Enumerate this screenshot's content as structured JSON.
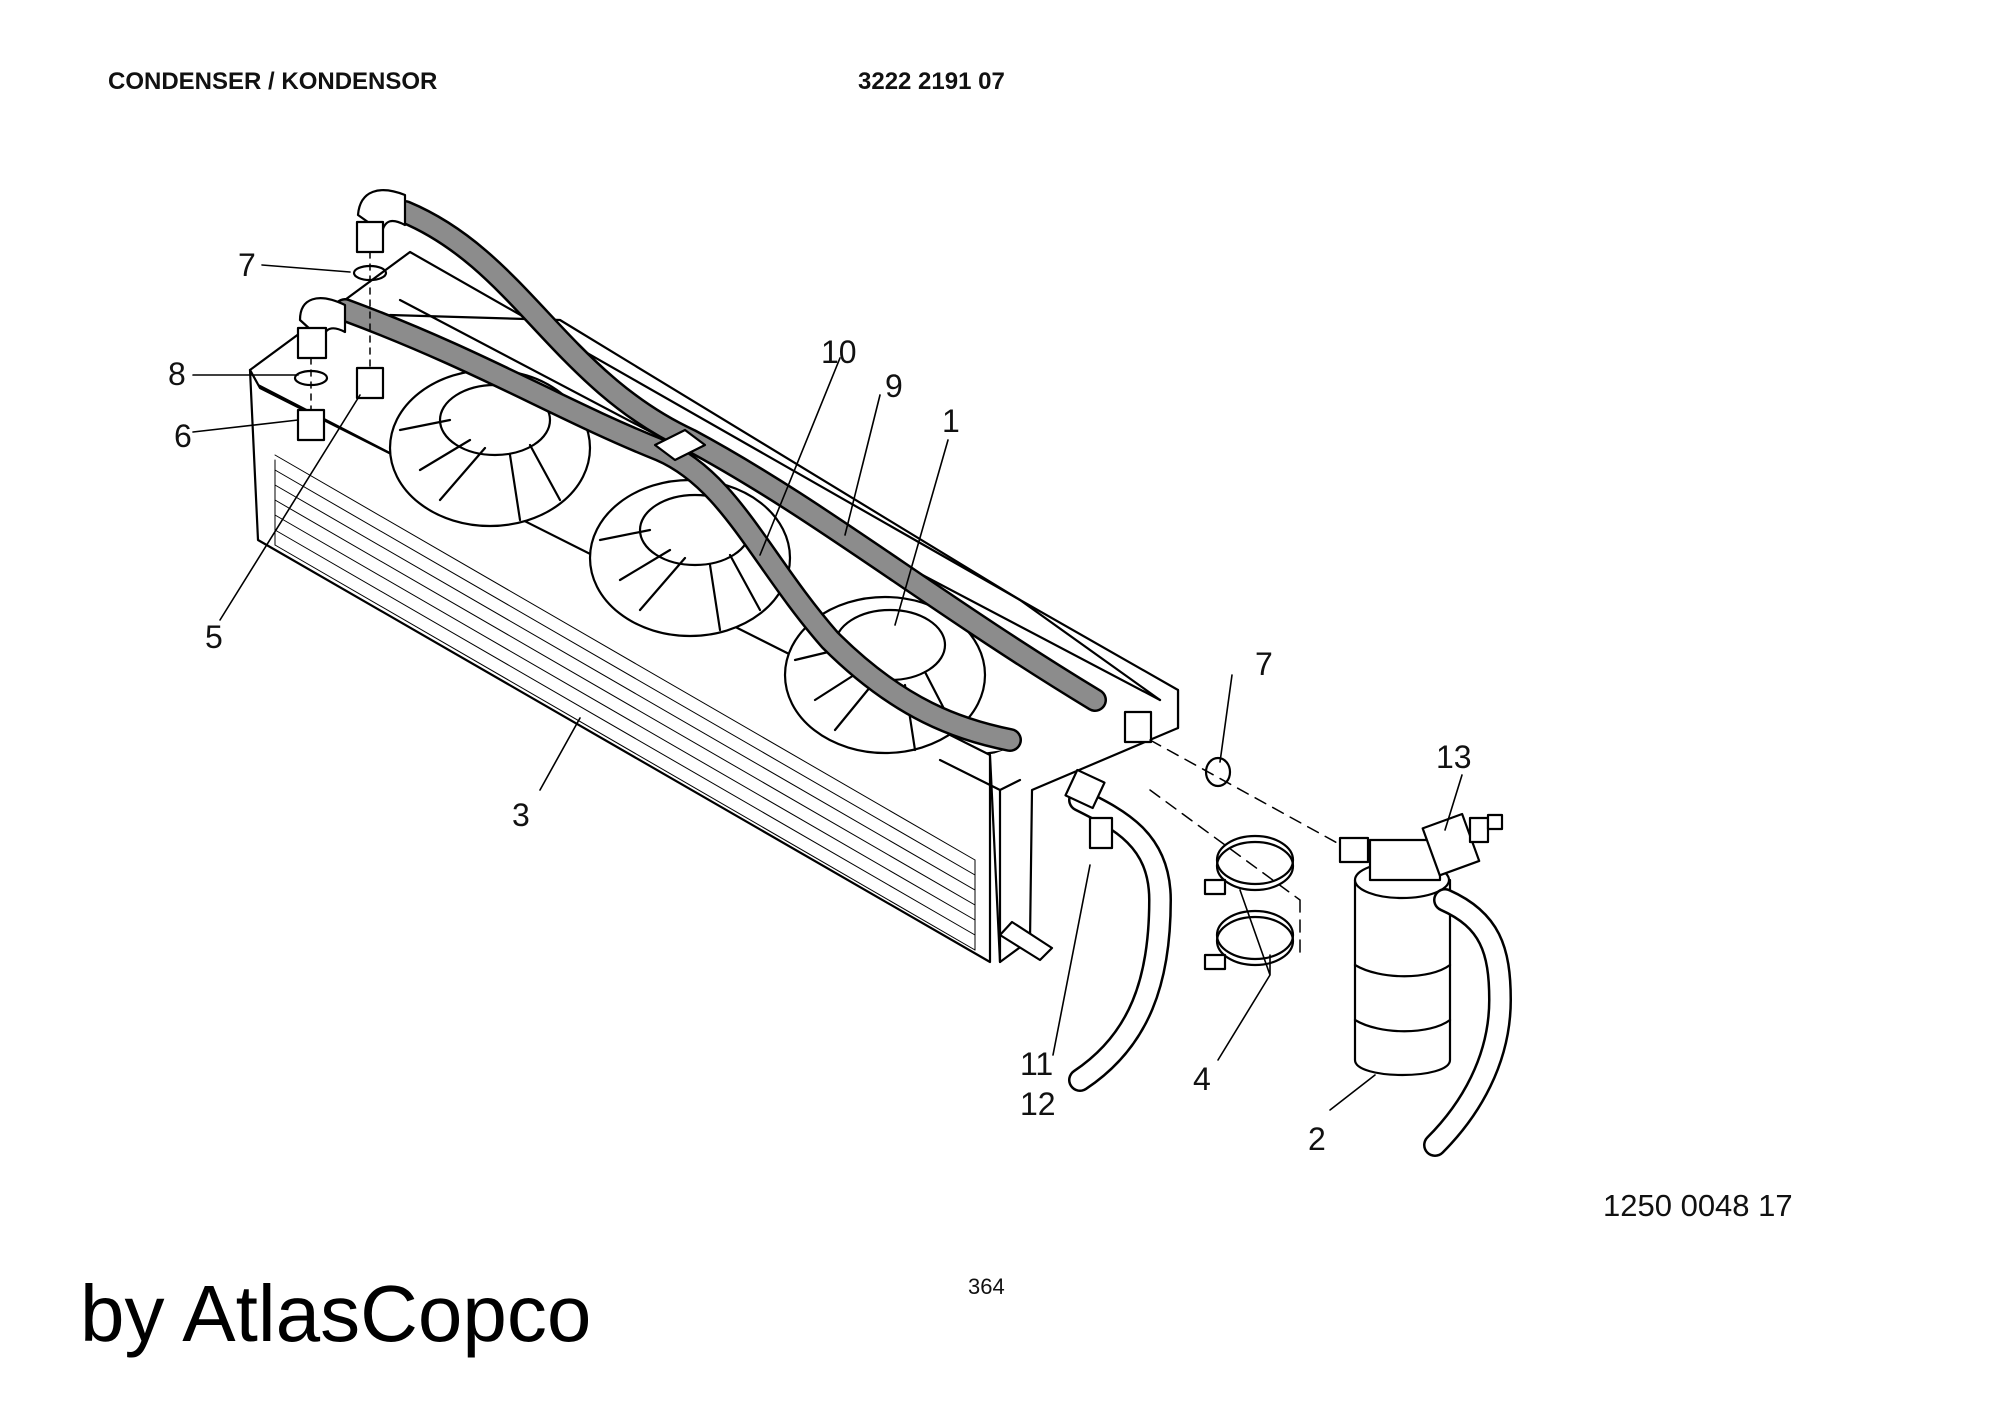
{
  "header": {
    "title": "CONDENSER / KONDENSOR",
    "part_number": "3222 2191 07"
  },
  "callouts": [
    {
      "id": "c1",
      "label": "1"
    },
    {
      "id": "c2",
      "label": "2"
    },
    {
      "id": "c3",
      "label": "3"
    },
    {
      "id": "c4",
      "label": "4"
    },
    {
      "id": "c5",
      "label": "5"
    },
    {
      "id": "c6",
      "label": "6"
    },
    {
      "id": "c7a",
      "label": "7"
    },
    {
      "id": "c7b",
      "label": "7"
    },
    {
      "id": "c8",
      "label": "8"
    },
    {
      "id": "c9",
      "label": "9"
    },
    {
      "id": "c10",
      "label": "10"
    },
    {
      "id": "c11",
      "label": "11"
    },
    {
      "id": "c12",
      "label": "12"
    },
    {
      "id": "c13",
      "label": "13"
    }
  ],
  "drawing_number": "1250 0048 17",
  "page_number": "364",
  "brand": "by AtlasCopco"
}
